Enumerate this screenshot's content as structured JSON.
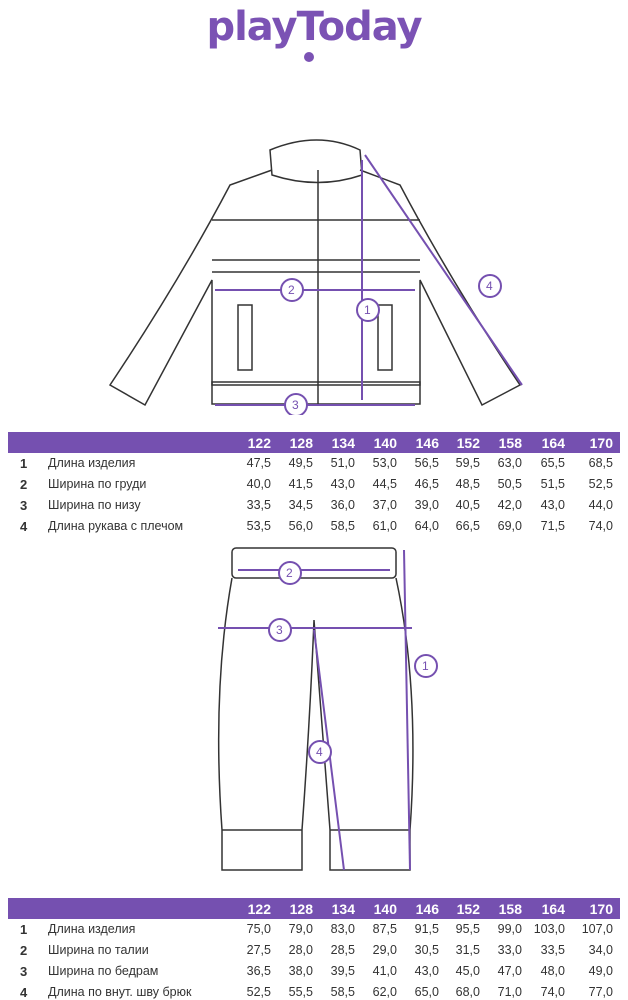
{
  "brand": {
    "logo": "playToday"
  },
  "colors": {
    "accent": "#7550b0"
  },
  "sizes": [
    "122",
    "128",
    "134",
    "140",
    "146",
    "152",
    "158",
    "164",
    "170"
  ],
  "jacket": {
    "markers": [
      "1",
      "2",
      "3",
      "4"
    ],
    "rows": [
      {
        "num": "1",
        "label": "Длина изделия",
        "values": [
          "47,5",
          "49,5",
          "51,0",
          "53,0",
          "56,5",
          "59,5",
          "63,0",
          "65,5",
          "68,5"
        ]
      },
      {
        "num": "2",
        "label": "Ширина по груди",
        "values": [
          "40,0",
          "41,5",
          "43,0",
          "44,5",
          "46,5",
          "48,5",
          "50,5",
          "51,5",
          "52,5"
        ]
      },
      {
        "num": "3",
        "label": "Ширина по низу",
        "values": [
          "33,5",
          "34,5",
          "36,0",
          "37,0",
          "39,0",
          "40,5",
          "42,0",
          "43,0",
          "44,0"
        ]
      },
      {
        "num": "4",
        "label": "Длина рукава с плечом",
        "values": [
          "53,5",
          "56,0",
          "58,5",
          "61,0",
          "64,0",
          "66,5",
          "69,0",
          "71,5",
          "74,0"
        ]
      }
    ]
  },
  "pants": {
    "markers": [
      "1",
      "2",
      "3",
      "4"
    ],
    "rows": [
      {
        "num": "1",
        "label": "Длина изделия",
        "values": [
          "75,0",
          "79,0",
          "83,0",
          "87,5",
          "91,5",
          "95,5",
          "99,0",
          "103,0",
          "107,0"
        ]
      },
      {
        "num": "2",
        "label": "Ширина по талии",
        "values": [
          "27,5",
          "28,0",
          "28,5",
          "29,0",
          "30,5",
          "31,5",
          "33,0",
          "33,5",
          "34,0"
        ]
      },
      {
        "num": "3",
        "label": "Ширина по бедрам",
        "values": [
          "36,5",
          "38,0",
          "39,5",
          "41,0",
          "43,0",
          "45,0",
          "47,0",
          "48,0",
          "49,0"
        ]
      },
      {
        "num": "4",
        "label": "Длина по внут. шву брюк",
        "values": [
          "52,5",
          "55,5",
          "58,5",
          "62,0",
          "65,0",
          "68,0",
          "71,0",
          "74,0",
          "77,0"
        ]
      }
    ]
  }
}
